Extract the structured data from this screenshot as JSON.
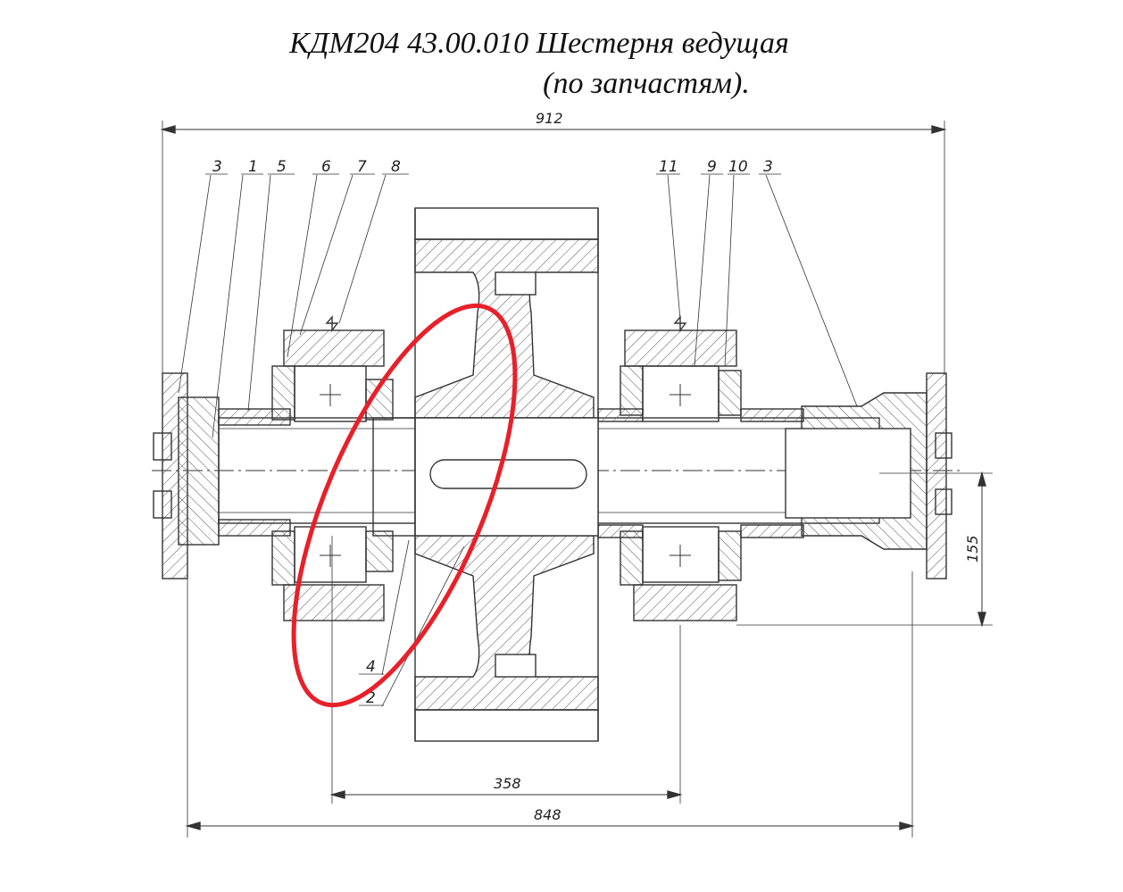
{
  "title": {
    "line1": "КДМ204 43.00.010 Шестерня ведущая",
    "line2": "(по запчастям)."
  },
  "callouts": [
    "3",
    "1",
    "5",
    "6",
    "7",
    "8",
    "11",
    "9",
    "10",
    "3",
    "4",
    "2"
  ],
  "dimensions": {
    "overall": "912",
    "height": "155",
    "bearing_span": "358",
    "mount_span": "848"
  },
  "colors": {
    "line": "#333333",
    "hatch": "#555555",
    "highlight": "#e8202a"
  }
}
